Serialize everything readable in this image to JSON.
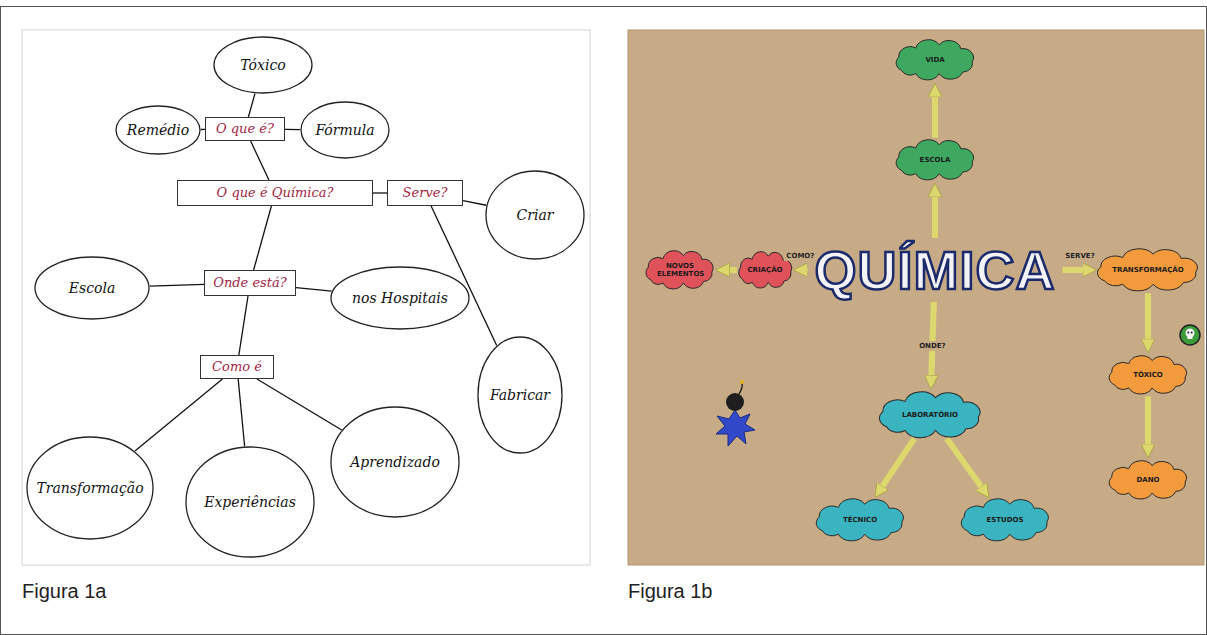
{
  "diagram": {
    "nodes": [
      {
        "text": [
          "Tóxico"
        ]
      },
      {
        "text": [
          "Remédio"
        ]
      },
      {
        "text": [
          "O que é?"
        ]
      },
      {
        "text": [
          "Fórmula"
        ]
      },
      {
        "text": [
          "O que é Química?"
        ]
      },
      {
        "text": [
          "Serve?"
        ]
      },
      {
        "text": [
          "Criar"
        ]
      },
      {
        "text": [
          "Escola"
        ]
      },
      {
        "text": [
          "Onde está?"
        ]
      },
      {
        "text": [
          "nos Hospitais"
        ]
      },
      {
        "text": [
          "Fabricar"
        ]
      },
      {
        "text": [
          "Como é"
        ]
      },
      {
        "text": [
          "Transformação"
        ]
      },
      {
        "text": [
          "Experiências"
        ]
      },
      {
        "text": [
          "Aprendizado"
        ]
      },
      {
        "text": [
          "VIDA"
        ]
      },
      {
        "text": [
          "ESCOLA"
        ]
      },
      {
        "text": [
          "QUÍMICA"
        ]
      },
      {
        "text": [
          "NOVOS ELEMENTOS"
        ]
      },
      {
        "text": [
          "CRIAÇÃO"
        ]
      },
      {
        "text": [
          "TRANSFORMAÇÃO"
        ]
      },
      {
        "text": [
          "TÓXICO"
        ]
      },
      {
        "text": [
          "DANO"
        ]
      },
      {
        "text": [
          "LABORATÓRIO"
        ]
      },
      {
        "text": [
          "TÉCNICO"
        ]
      },
      {
        "text": [
          "ESTUDOS"
        ]
      }
    ],
    "edges": [
      {
        "from": 2,
        "to": 0,
        "arrow": "none"
      },
      {
        "from": 1,
        "to": 2,
        "arrow": "none"
      },
      {
        "from": 2,
        "to": 3,
        "arrow": "none"
      },
      {
        "from": 2,
        "to": 4,
        "arrow": "none"
      },
      {
        "from": 4,
        "to": 5,
        "arrow": "none"
      },
      {
        "from": 5,
        "to": 6,
        "arrow": "none"
      },
      {
        "from": 5,
        "to": 10,
        "arrow": "none"
      },
      {
        "from": 4,
        "to": 8,
        "arrow": "none"
      },
      {
        "from": 7,
        "to": 8,
        "arrow": "none"
      },
      {
        "from": 8,
        "to": 9,
        "arrow": "none"
      },
      {
        "from": 8,
        "to": 11,
        "arrow": "none"
      },
      {
        "from": 11,
        "to": 12,
        "arrow": "none"
      },
      {
        "from": 11,
        "to": 13,
        "arrow": "none"
      },
      {
        "from": 11,
        "to": 14,
        "arrow": "none"
      },
      {
        "from": 17,
        "to": 16,
        "arrow": "to"
      },
      {
        "from": 16,
        "to": 15,
        "arrow": "to"
      },
      {
        "from": 17,
        "to": 19,
        "label": "COMO?",
        "arrow": "to"
      },
      {
        "from": 19,
        "to": 18,
        "arrow": "to"
      },
      {
        "from": 17,
        "to": 20,
        "label": "SERVE?",
        "arrow": "to"
      },
      {
        "from": 20,
        "to": 21,
        "arrow": "to"
      },
      {
        "from": 21,
        "to": 22,
        "arrow": "to"
      },
      {
        "from": 17,
        "to": 23,
        "label": "ONDE?",
        "arrow": "to"
      },
      {
        "from": 23,
        "to": 24,
        "arrow": "to"
      },
      {
        "from": 23,
        "to": 25,
        "arrow": "to"
      }
    ],
    "labels": [
      "Figura 1a",
      "Figura 1b"
    ]
  }
}
